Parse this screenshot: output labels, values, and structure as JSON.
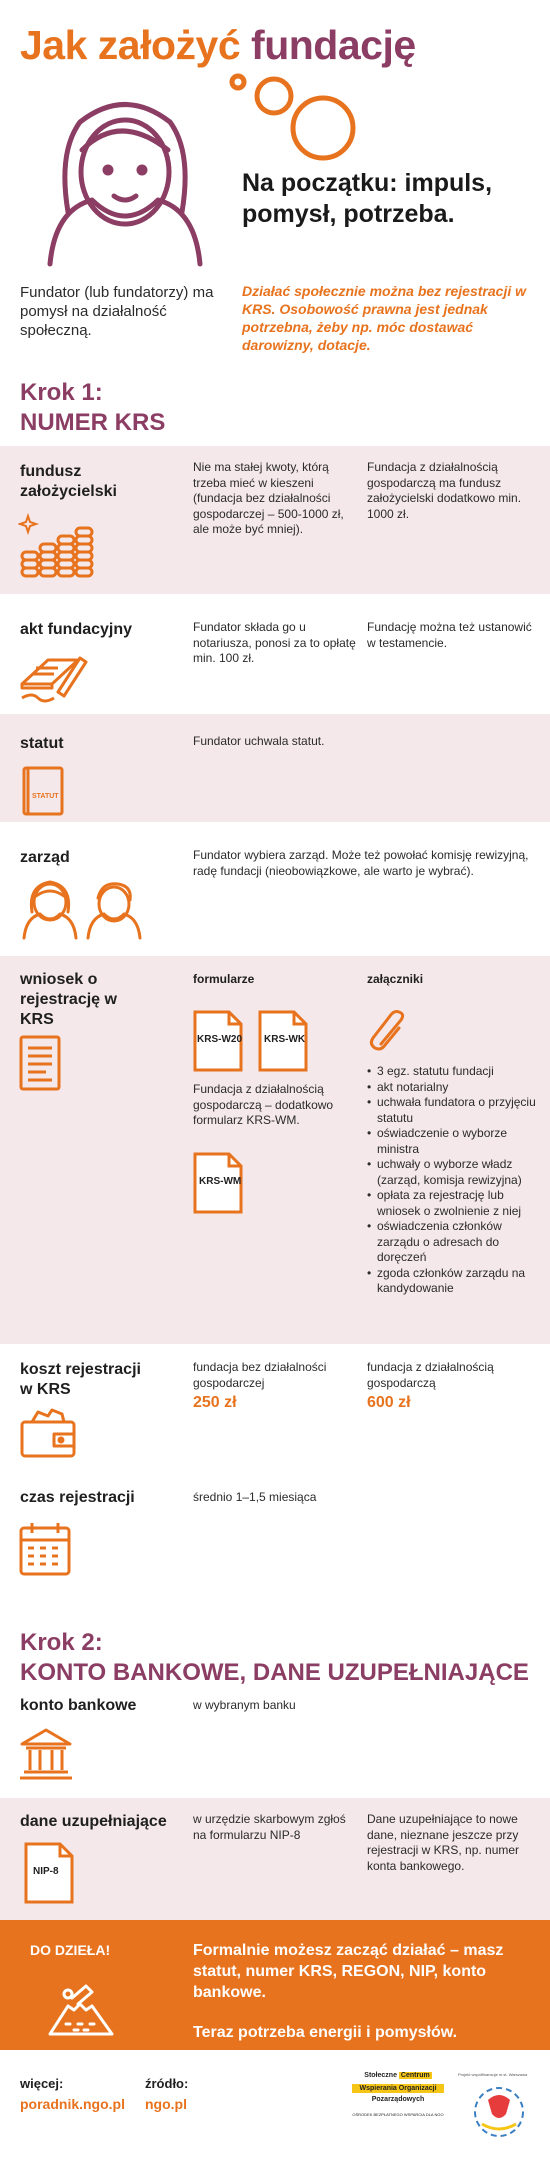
{
  "header": {
    "title_part1": "Jak założyć",
    "title_part2": "fundację",
    "intro_heading": "Na początku: impuls, pomysł, potrzeba.",
    "fundator": "Fundator (lub fundatorzy) ma pomysł na działalność społeczną.",
    "intro_note": "Działać społecznie można bez rejestracji w KRS. Osobowość prawna jest jednak potrzebna, żeby np. móc dostawać darowizny, dotacje."
  },
  "step1": {
    "title_line1": "Krok 1:",
    "title_line2": "NUMER KRS"
  },
  "rows": {
    "fundusz": {
      "label": "fundusz założycielski",
      "col1": "Nie ma stałej kwoty, którą trzeba mieć w kieszeni (fundacja bez działalności gospodarczej – 500-1000 zł, ale może być mniej).",
      "col2": "Fundacja z działalnością gospodarczą ma fundusz założycielski dodatkowo min. 1000 zł."
    },
    "akt": {
      "label": "akt fundacyjny",
      "col1": "Fundator składa go u notariusza, ponosi za to opłatę min. 100 zł.",
      "col2": "Fundację można też ustanowić w testamencie."
    },
    "statut": {
      "label": "statut",
      "col1": "Fundator uchwala statut.",
      "icon_text": "STATUT"
    },
    "zarzad": {
      "label": "zarząd",
      "col1": "Fundator wybiera zarząd. Może też powołać komisję rewizyjną, radę fundacji (nieobowiązkowe, ale warto je wybrać)."
    },
    "wniosek": {
      "label": "wniosek o rejestrację w KRS",
      "forms_heading": "formularze",
      "attachments_heading": "załączniki",
      "form1": "KRS-W20",
      "form2": "KRS-WK",
      "form3": "KRS-WM",
      "forms_note": "Fundacja z działalnością gospodarczą – dodatkowo formularz KRS-WM.",
      "attachments": [
        "3 egz. statutu fundacji",
        "akt notarialny",
        "uchwała fundatora o przyjęciu statutu",
        "oświadczenie o wyborze ministra",
        "uchwały o wyborze władz (zarząd, komisja rewizyjna)",
        "opłata za rejestrację lub wniosek o zwolnienie z niej",
        "oświadczenia członków zarządu o adresach do doręczeń",
        "zgoda członków zarządu na kandydowanie"
      ]
    },
    "koszt": {
      "label": "koszt rejestracji w KRS",
      "col1": "fundacja bez działalności gospodarczej",
      "price1": "250 zł",
      "col2": "fundacja z działalnością gospodarczą",
      "price2": "600 zł"
    },
    "czas": {
      "label": "czas rejestracji",
      "col1": "średnio 1–1,5 miesiąca"
    }
  },
  "step2": {
    "title_line1": "Krok 2:",
    "title_line2": "KONTO BANKOWE, DANE UZUPEŁNIAJĄCE"
  },
  "rows2": {
    "konto": {
      "label": "konto bankowe",
      "col1": "w wybranym banku"
    },
    "dane": {
      "label": "dane uzupełniające",
      "col1": "w urzędzie skarbowym zgłoś na formularzu NIP-8",
      "col2": "Dane uzupełniające to nowe dane, nieznane jeszcze przy rejestracji w KRS, np. numer konta bankowego.",
      "icon_text": "NIP-8"
    }
  },
  "band": {
    "go": "DO DZIEŁA!",
    "message": "Formalnie możesz zacząć działać – masz statut, numer KRS, REGON, NIP, konto bankowe.",
    "message2": "Teraz potrzeba energii i pomysłów."
  },
  "footer": {
    "more_label": "więcej:",
    "more_link": "poradnik.ngo.pl",
    "source_label": "źródło:",
    "source_link": "ngo.pl",
    "logo_line1": "Stołeczne",
    "logo_line2": "Centrum",
    "logo_line3": "Wspierania Organizacji",
    "logo_line4": "Pozarządowych",
    "logo_small": "OŚRODEK BEZPŁATNEGO WSPARCIA DLA NGO",
    "partner_note": "Projekt współfinansuje m.st. Warszawa"
  },
  "colors": {
    "orange": "#e8731e",
    "plum": "#8b3d63",
    "shade": "#f4e8ea"
  }
}
